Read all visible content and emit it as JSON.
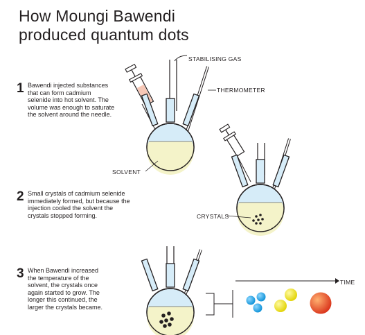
{
  "title": {
    "line1": "How Moungi Bawendi",
    "line2": "produced quantum dots"
  },
  "steps": [
    {
      "number": "1",
      "lines": [
        "Bawendi injected substances",
        "that can form cadmium",
        "selenide into hot solvent. The",
        "volume was enough to saturate",
        "the solvent around the needle."
      ]
    },
    {
      "number": "2",
      "lines": [
        "Small crystals of cadmium selenide",
        "immediately formed, but because the",
        "injection cooled the solvent the",
        "crystals stopped forming."
      ]
    },
    {
      "number": "3",
      "lines": [
        "When Bawendi increased",
        "the temperature of the",
        "solvent, the crystals once",
        "again started to grow. The",
        "longer this continued, the",
        "larger the crystals became."
      ]
    }
  ],
  "labels": {
    "stabilising_gas": "STABILISING GAS",
    "thermometer": "THERMOMETER",
    "solvent": "SOLVENT",
    "crystals": "CRYSTALS",
    "time": "TIME"
  },
  "colors": {
    "solvent": "#f4f3c9",
    "glass_tint": "#d6ecf8",
    "injected_liquid": "#f6c7b6",
    "dot_small": "#1aa4e6",
    "dot_medium": "#f1e500",
    "dot_large": "#e94f1c"
  }
}
